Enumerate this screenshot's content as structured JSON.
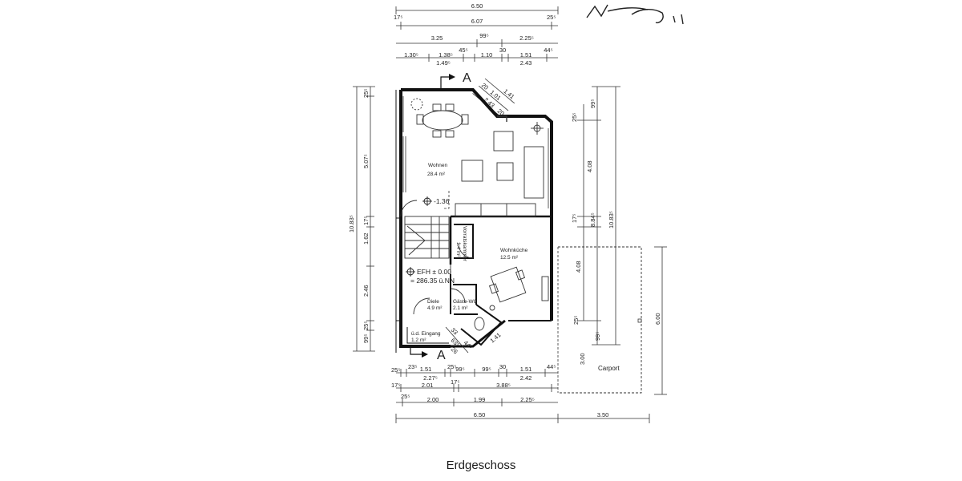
{
  "title": "Erdgeschoss",
  "signature": "handwritten signature",
  "dims_top": {
    "r1": [
      "6.50"
    ],
    "r2": [
      "17⁵",
      "6.07",
      "25⁵"
    ],
    "r3": [
      "3.25",
      "99⁵",
      "2.25⁵"
    ],
    "r4": [
      "1.30⁵",
      "1.38⁵",
      "45⁵",
      "1.10",
      "30",
      "1.51",
      "44⁵"
    ],
    "r5": [
      "1.49⁵",
      "2.43"
    ]
  },
  "dims_bay": [
    "1.41",
    "20",
    "1.01",
    "2.43",
    "20"
  ],
  "dims_left": [
    "25⁵",
    "5.07⁵",
    "10.83⁵",
    "17⁵",
    "1.62",
    "2.46",
    "25⁵",
    "99⁵"
  ],
  "dims_right": [
    "99⁵",
    "25⁵",
    "4.08",
    "17⁵",
    "8.84⁵",
    "10.83⁵",
    "4.08",
    "25⁵",
    "99⁵",
    "3.00"
  ],
  "dims_carport": [
    "6.00"
  ],
  "dims_bottom": {
    "r1": [
      "25⁵",
      "23⁵",
      "1.51",
      "25⁵",
      "99⁵",
      "99⁵",
      "30",
      "1.51",
      "44⁵"
    ],
    "r2": [
      "2.27⁵",
      "2.42"
    ],
    "r3": [
      "17⁵",
      "2.01",
      "17⁵",
      "3.88⁵"
    ],
    "r4": [
      "25⁵",
      "2.00",
      "1.99",
      "2.25⁵"
    ],
    "r5": [
      "6.50",
      "3.50"
    ]
  },
  "dims_entry": [
    "33",
    "63⁵",
    "26",
    "44⁵",
    "1.41"
  ],
  "rooms": {
    "wohnen": [
      "Wohnen",
      "28.4 m²"
    ],
    "wohnkueche": [
      "Wohnküche",
      "12.5 m²"
    ],
    "vorrat": [
      "Vorratskammer",
      "1.4 m²"
    ],
    "diele": [
      "Diele",
      "4.9 m²"
    ],
    "gaeste_wc": [
      "Gäste-WC",
      "2.1 m²"
    ],
    "eingang": [
      "ü.d. Eingang",
      "1.2 m²"
    ],
    "carport": [
      "Carport"
    ]
  },
  "levels": {
    "stair": "-1.36",
    "efh": "EFH ± 0.00",
    "nn": "= 286.35 ü.NN"
  },
  "section_marker": "A"
}
